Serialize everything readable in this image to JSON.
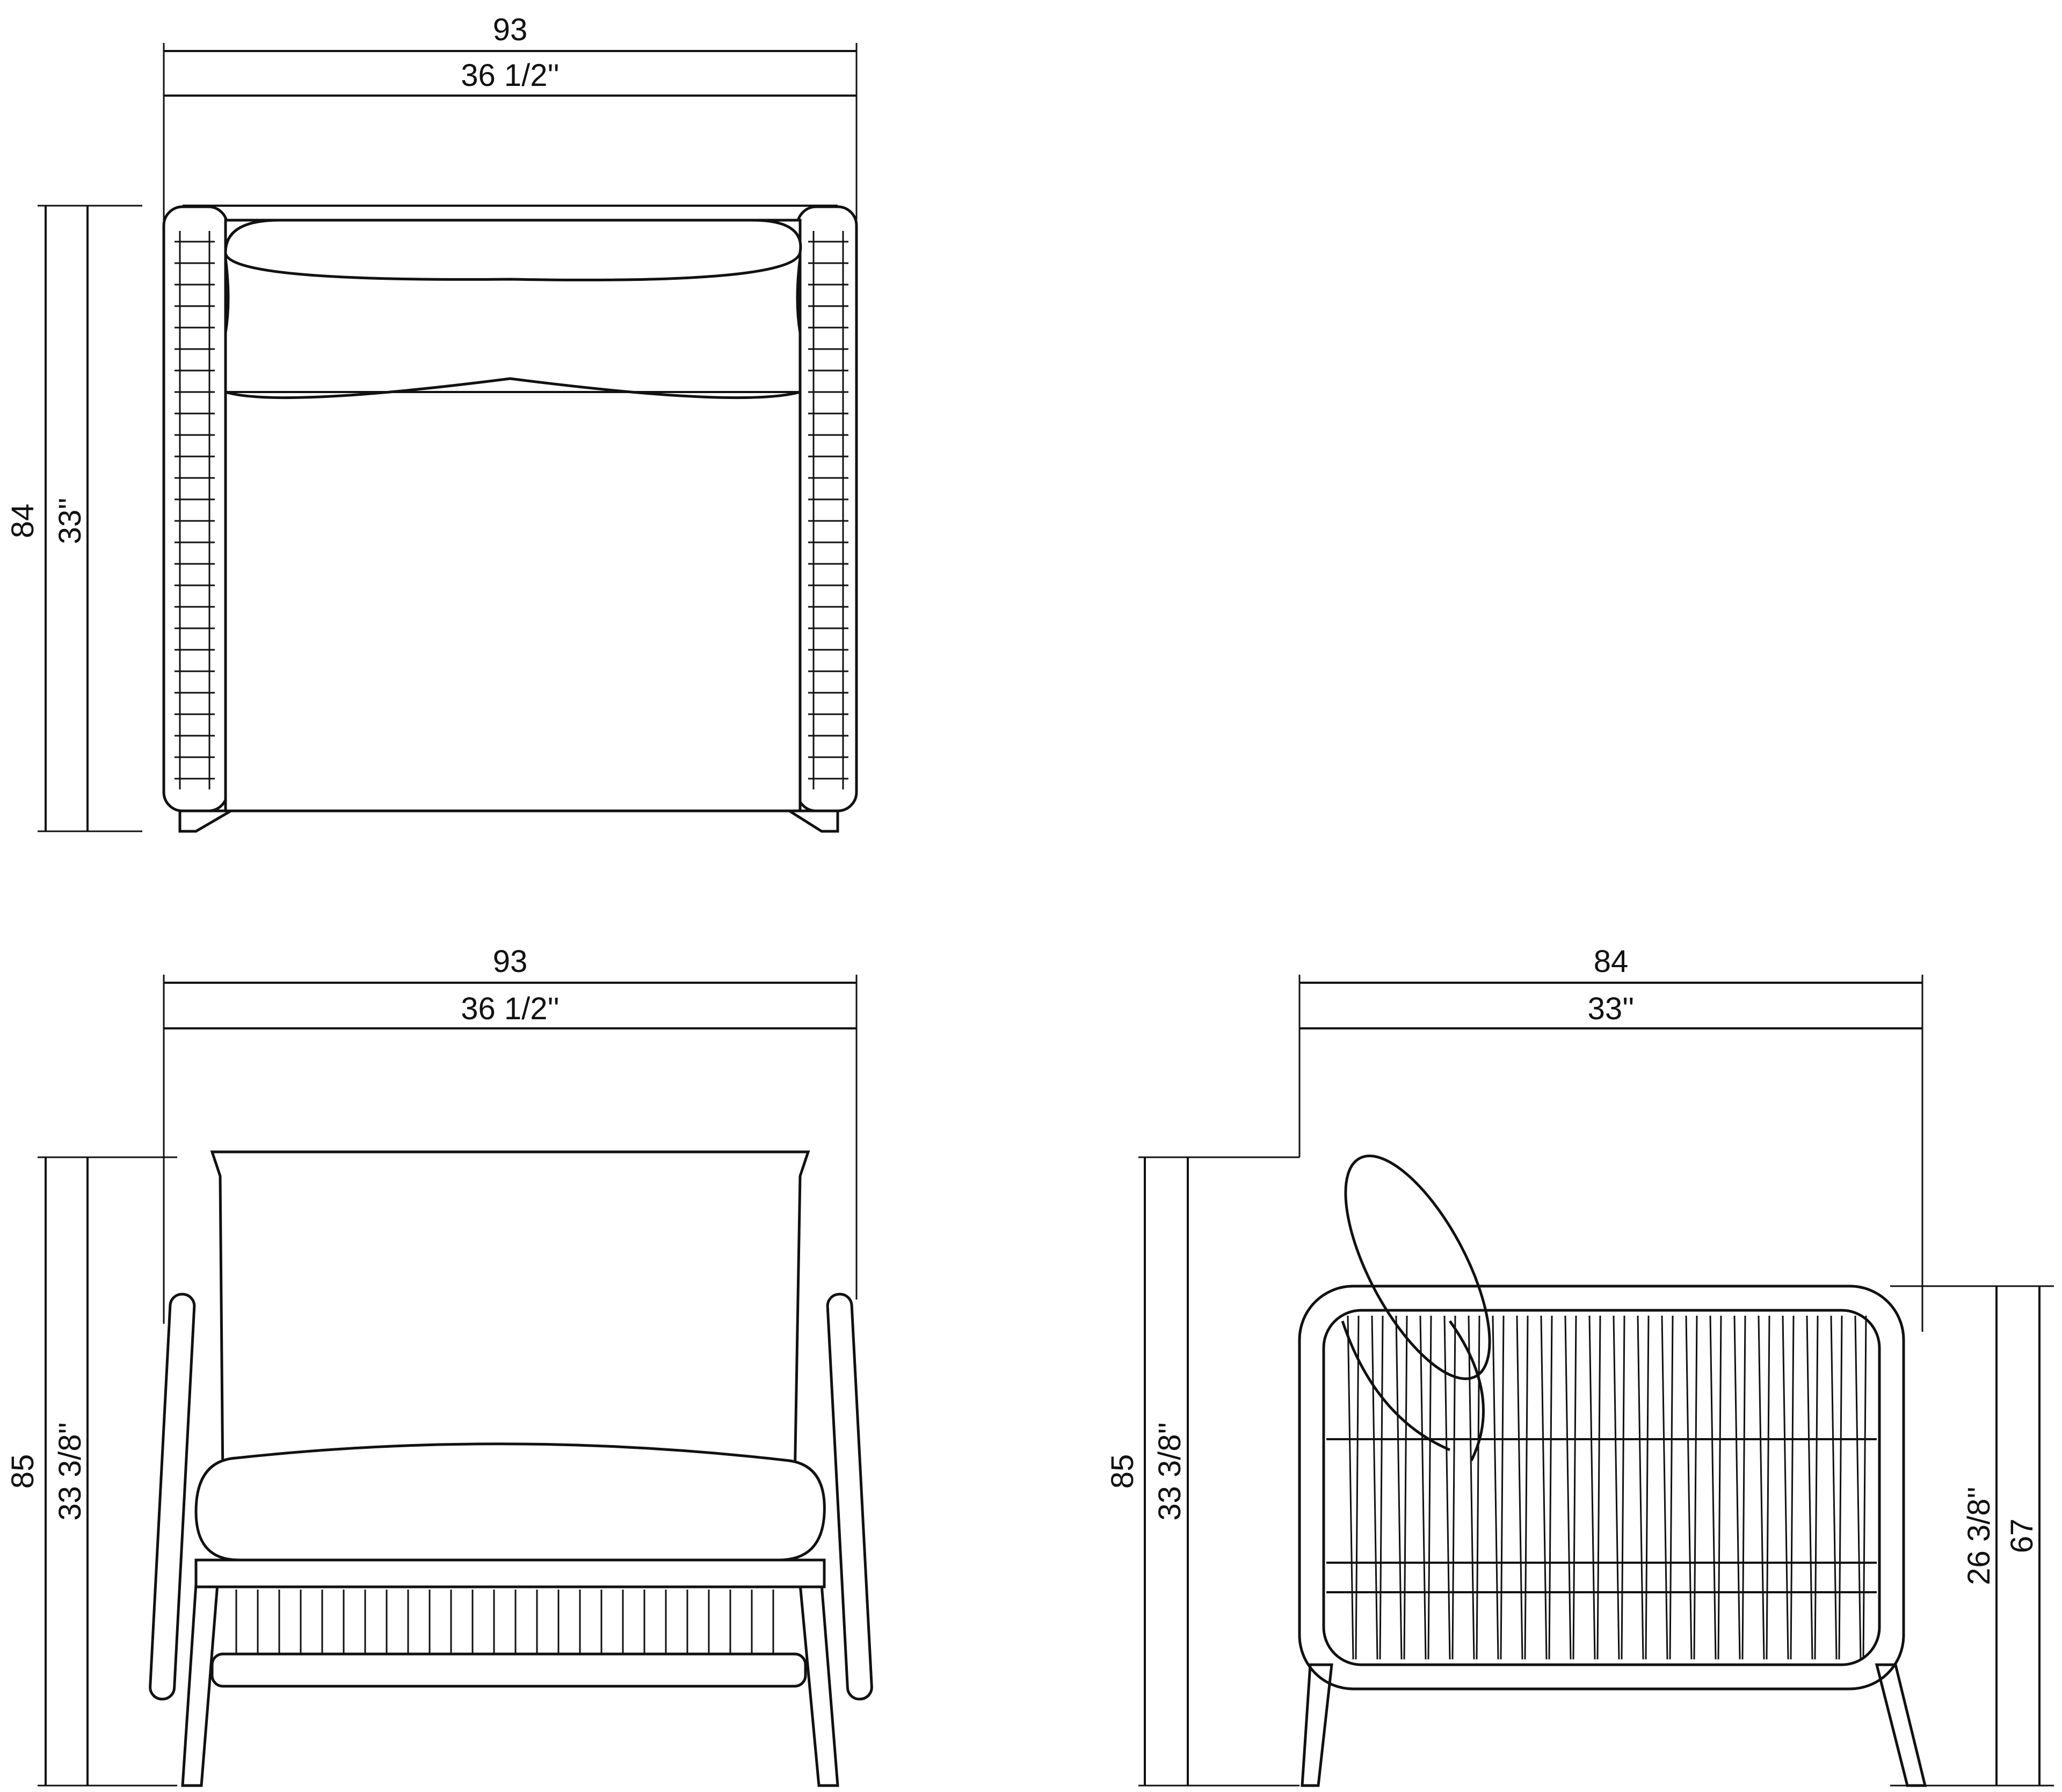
{
  "views": {
    "top": {
      "width_cm": "93",
      "width_in": "36 1/2''",
      "depth_cm": "84",
      "depth_in": "33''"
    },
    "front": {
      "width_cm": "93",
      "width_in": "36 1/2''",
      "height_cm": "85",
      "height_in": "33 3/8''"
    },
    "side": {
      "depth_cm": "84",
      "depth_in": "33''",
      "height_cm": "85",
      "height_in": "33 3/8''",
      "arm_height_in": "26 3/8''",
      "arm_height_cm": "67"
    }
  },
  "colors": {
    "line": "#111111",
    "background": "#ffffff"
  }
}
